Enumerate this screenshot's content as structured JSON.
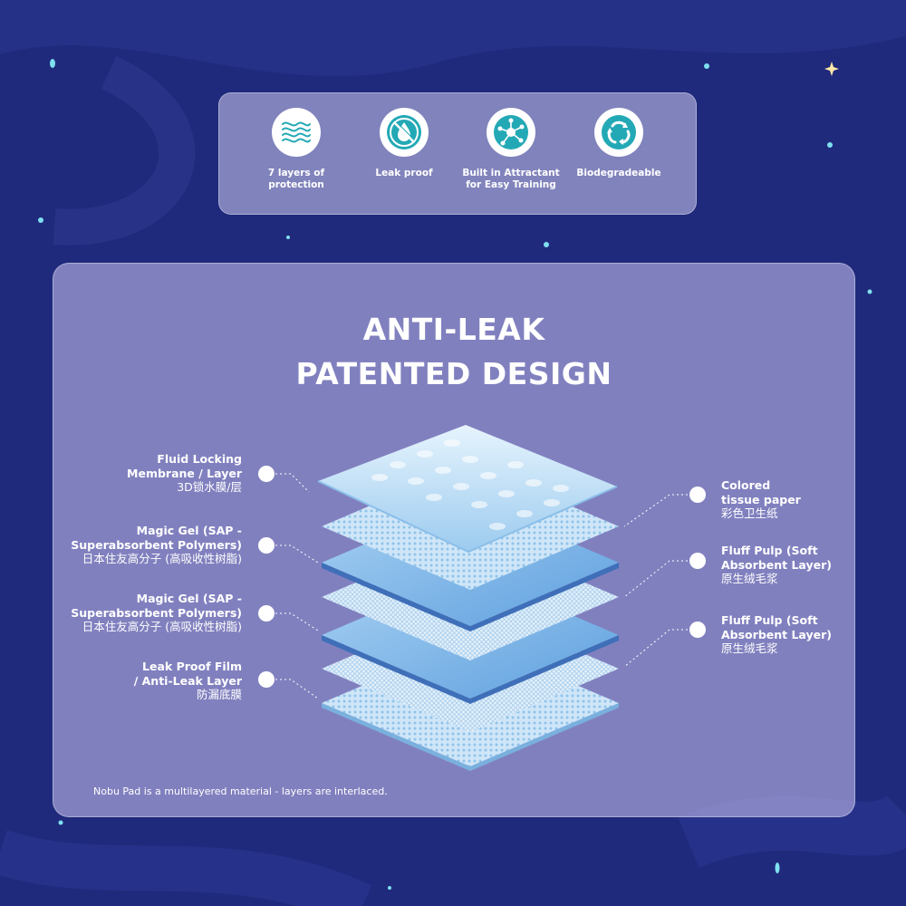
{
  "colors": {
    "background": "#1f2a7c",
    "panel": "#b0acde",
    "accent_teal": "#23a9b5",
    "text": "#ffffff",
    "layer_blue": "#7fb7e8",
    "layer_light": "#d9ecfa"
  },
  "features": [
    {
      "icon": "wavy-layers-icon",
      "label": "7 layers of\nprotection"
    },
    {
      "icon": "no-drop-icon",
      "label": "Leak proof"
    },
    {
      "icon": "molecule-icon",
      "label": "Built in Attractant\nfor Easy Training"
    },
    {
      "icon": "recycle-icon",
      "label": "Biodegradeable"
    }
  ],
  "title": {
    "line1": "ANTI-LEAK",
    "line2": "PATENTED DESIGN"
  },
  "left_labels": [
    {
      "en1": "Fluid Locking",
      "en2": "Membrane / Layer",
      "cn": "3D锁水膜/层"
    },
    {
      "en1": "Magic Gel (SAP -",
      "en2": "Superabsorbent Polymers)",
      "cn": "日本住友高分子 (高吸收性树脂)"
    },
    {
      "en1": "Magic Gel (SAP -",
      "en2": "Superabsorbent Polymers)",
      "cn": "日本住友高分子 (高吸收性树脂)"
    },
    {
      "en1": "Leak Proof Film",
      "en2": "/ Anti-Leak Layer",
      "cn": "防漏底膜"
    }
  ],
  "right_labels": [
    {
      "en1": "Colored",
      "en2": "tissue paper",
      "cn": "彩色卫生纸"
    },
    {
      "en1": "Fluff Pulp (Soft",
      "en2": "Absorbent Layer)",
      "cn": "原生绒毛浆"
    },
    {
      "en1": "Fluff Pulp (Soft",
      "en2": "Absorbent Layer)",
      "cn": "原生绒毛浆"
    }
  ],
  "footnote": "Nobu Pad is a multilayered material - layers are interlaced."
}
